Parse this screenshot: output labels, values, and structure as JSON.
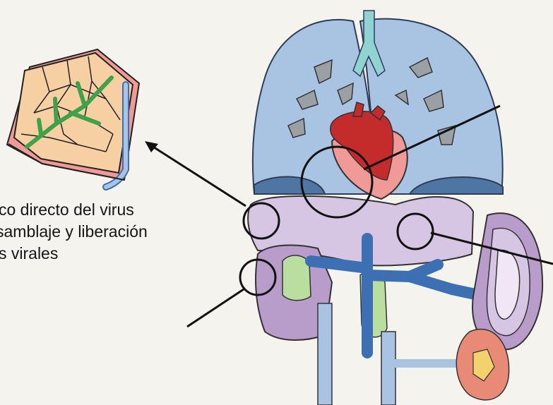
{
  "caption": {
    "lines": [
      "co directo del virus",
      "samblaje y liberación",
      "s virales"
    ]
  },
  "colors": {
    "background": "#f4f3ee",
    "lung": "#a9c4e3",
    "lung_outline": "#2e3d55",
    "diaphragm": "#4f75a3",
    "trachea": "#8fd3d3",
    "heart": "#c42b2b",
    "pericardium": "#ef9a96",
    "liver": "#d7c6e3",
    "organ_purple": "#b89cc9",
    "vessel": "#3d6fb3",
    "gallbladder": "#b9dea0",
    "kidney": "#e88a76",
    "renal_pelvis": "#f3d26e",
    "tissue_cells": "#f6cfa2",
    "tissue_vessel": "#3da24a"
  },
  "icons": [
    "tissue-block-icon",
    "lungs-icon",
    "heart-icon",
    "liver-icon",
    "kidney-icon"
  ]
}
